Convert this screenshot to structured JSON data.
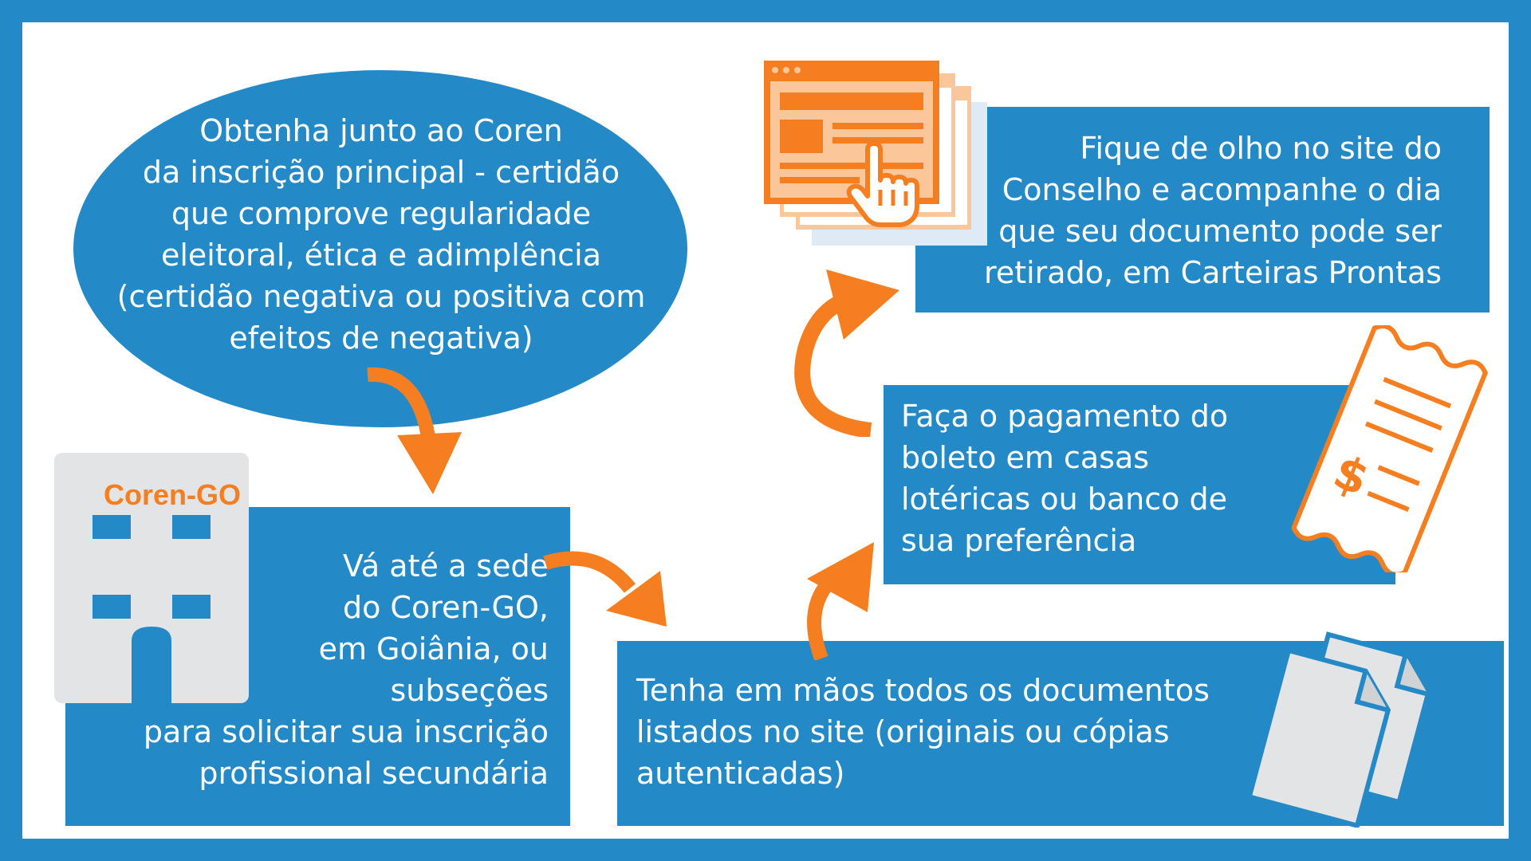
{
  "colors": {
    "blue": "#2489c7",
    "orange": "#f57e20",
    "light_orange": "#fbc69a",
    "gray": "#e3e4e6"
  },
  "steps": {
    "coren_principal": {
      "lines": [
        "Obtenha junto ao Coren",
        "da inscrição principal - certidão",
        "que comprove regularidade",
        "eleitoral, ética e adimplência",
        "(certidão negativa ou positiva com",
        "efeitos de negativa)"
      ]
    },
    "sede": {
      "building_label": "Coren-GO",
      "lines": [
        "Vá até a sede",
        "do Coren-GO,",
        "em Goiânia, ou",
        "subseções",
        "para solicitar sua inscrição",
        "profissional secundária"
      ]
    },
    "documentos": {
      "lines": [
        "Tenha em mãos todos os documentos",
        "listados no site (originais ou cópias",
        "autenticadas)"
      ]
    },
    "pagamento": {
      "lines": [
        "Faça o pagamento do",
        "boleto em casas",
        "lotéricas ou banco de",
        "sua preferência"
      ]
    },
    "site": {
      "lines": [
        "Fique de olho no site do",
        "Conselho e acompanhe o dia",
        "que seu documento pode ser",
        "retirado, em Carteiras Prontas"
      ]
    }
  },
  "icons": {
    "building": "building-icon",
    "browser": "browser-window-icon",
    "hand": "hand-pointer-icon",
    "receipt": "receipt-icon",
    "dollar": "$",
    "documents": "documents-icon"
  }
}
